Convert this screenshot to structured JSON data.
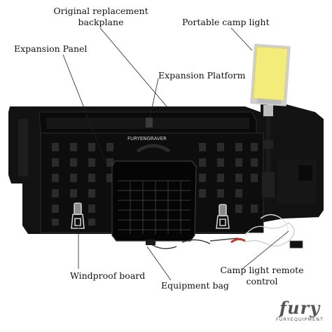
{
  "labels": {
    "original_backplane": "Original replacement\nbackplane",
    "camp_light": "Portable camp light",
    "expansion_panel": "Expansion Panel",
    "expansion_platform": "Expansion Platform",
    "windproof_board": "Windproof board",
    "equipment_bag": "Equipment bag",
    "remote_control": "Camp light remote\ncontrol"
  },
  "panel_brand": "FURYENGRAVER",
  "logo": {
    "main": "fury",
    "sub": "FURYEQUIPMENT"
  },
  "colors": {
    "panel": "#111111",
    "light_face": "#f3ec7a",
    "line": "#222222"
  }
}
